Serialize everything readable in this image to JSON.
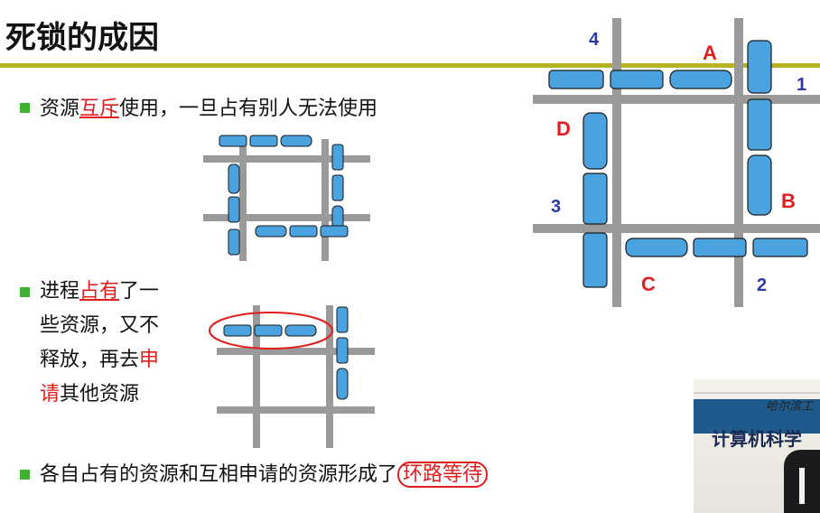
{
  "title": "死锁的成因",
  "bullets": {
    "b1": {
      "prefix": "资源",
      "highlight": "互斥",
      "suffix": "使用，一旦占有别人无法使用"
    },
    "b2": {
      "line1_prefix": "进程",
      "line1_highlight": "占有",
      "line1_suffix": "了一",
      "line2": "些资源，又不",
      "line3_prefix": "释放，再去",
      "line3_highlight": "申",
      "line4_highlight": "请",
      "line4_suffix": "其他资源"
    },
    "b3": {
      "prefix": "各自占有的资源和互相申请的资源形成了",
      "highlight": "环路等待"
    }
  },
  "diagram": {
    "numbers": {
      "n1": "1",
      "n2": "2",
      "n3": "3",
      "n4": "4"
    },
    "letters": {
      "a": "A",
      "b": "B",
      "c": "C",
      "d": "D"
    }
  },
  "video": {
    "small": "哈尔滨工",
    "label": "计算机科学"
  },
  "colors": {
    "accent_red": "#e21d1d",
    "bullet_green": "#3fb233",
    "rule": "#b7b21f",
    "number_blue": "#2e3aa3"
  }
}
